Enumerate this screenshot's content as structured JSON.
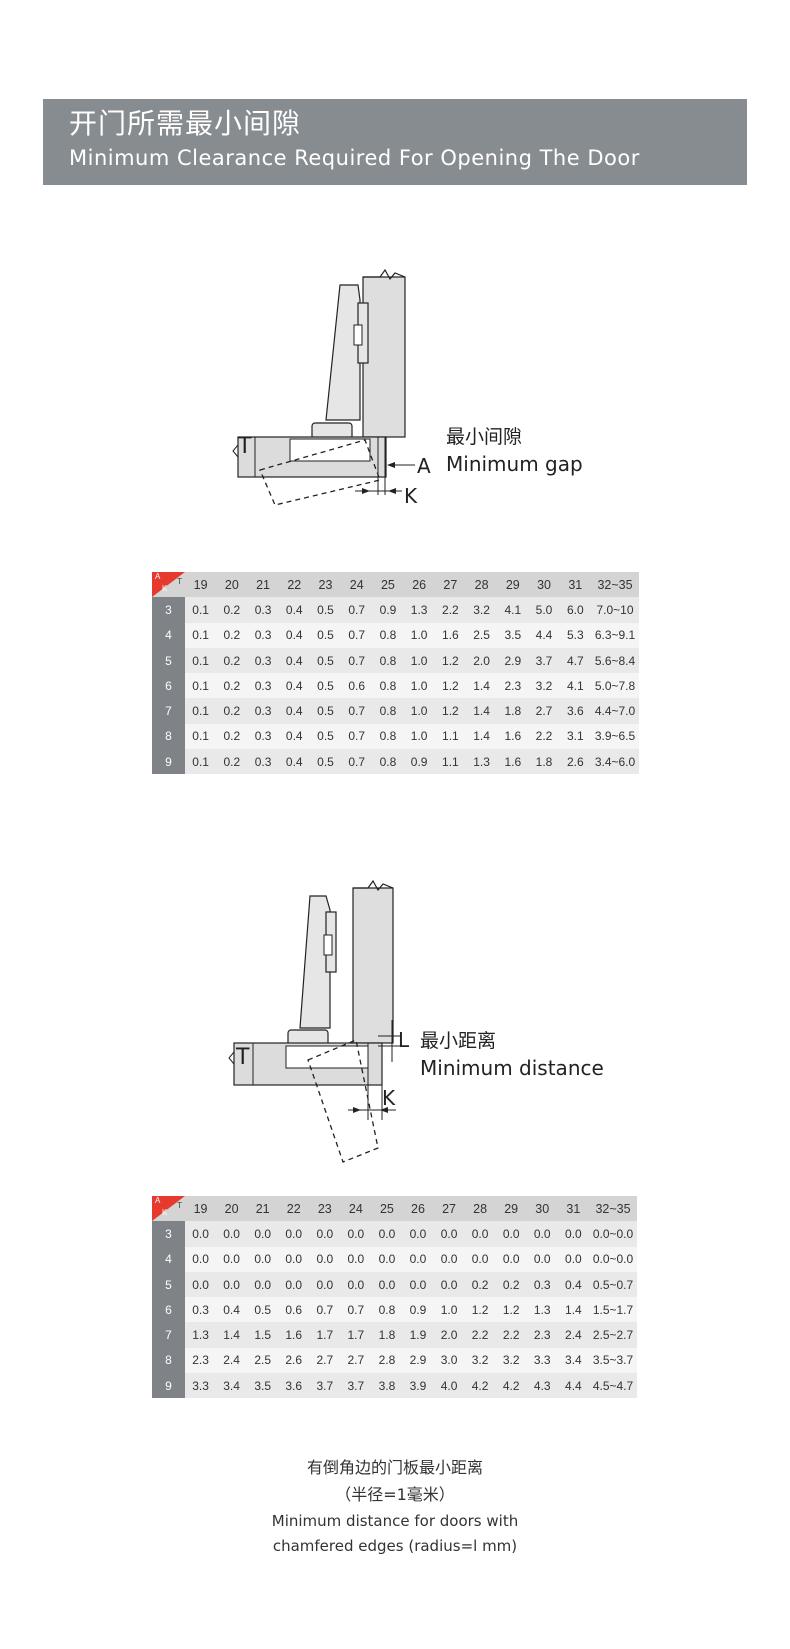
{
  "header": {
    "title_cn": "开门所需最小间隙",
    "title_en": "Minimum Clearance Required For Opening The Door"
  },
  "diagram1": {
    "label_cn": "最小间隙",
    "label_en": "Minimum gap",
    "label_T": "T",
    "label_A": "A",
    "label_K": "K"
  },
  "diagram2": {
    "label_cn": "最小距离",
    "label_en": "Minimum distance",
    "label_T": "T",
    "label_L": "L",
    "label_K": "K"
  },
  "table1": {
    "corner": {
      "a": "A",
      "k": "K",
      "t": "T"
    },
    "columns": [
      "19",
      "20",
      "21",
      "22",
      "23",
      "24",
      "25",
      "26",
      "27",
      "28",
      "29",
      "30",
      "31",
      "32~35"
    ],
    "rows": [
      {
        "k": "3",
        "values": [
          "0.1",
          "0.2",
          "0.3",
          "0.4",
          "0.5",
          "0.7",
          "0.9",
          "1.3",
          "2.2",
          "3.2",
          "4.1",
          "5.0",
          "6.0",
          "7.0~10"
        ]
      },
      {
        "k": "4",
        "values": [
          "0.1",
          "0.2",
          "0.3",
          "0.4",
          "0.5",
          "0.7",
          "0.8",
          "1.0",
          "1.6",
          "2.5",
          "3.5",
          "4.4",
          "5.3",
          "6.3~9.1"
        ]
      },
      {
        "k": "5",
        "values": [
          "0.1",
          "0.2",
          "0.3",
          "0.4",
          "0.5",
          "0.7",
          "0.8",
          "1.0",
          "1.2",
          "2.0",
          "2.9",
          "3.7",
          "4.7",
          "5.6~8.4"
        ]
      },
      {
        "k": "6",
        "values": [
          "0.1",
          "0.2",
          "0.3",
          "0.4",
          "0.5",
          "0.6",
          "0.8",
          "1.0",
          "1.2",
          "1.4",
          "2.3",
          "3.2",
          "4.1",
          "5.0~7.8"
        ]
      },
      {
        "k": "7",
        "values": [
          "0.1",
          "0.2",
          "0.3",
          "0.4",
          "0.5",
          "0.7",
          "0.8",
          "1.0",
          "1.2",
          "1.4",
          "1.8",
          "2.7",
          "3.6",
          "4.4~7.0"
        ]
      },
      {
        "k": "8",
        "values": [
          "0.1",
          "0.2",
          "0.3",
          "0.4",
          "0.5",
          "0.7",
          "0.8",
          "1.0",
          "1.1",
          "1.4",
          "1.6",
          "2.2",
          "3.1",
          "3.9~6.5"
        ]
      },
      {
        "k": "9",
        "values": [
          "0.1",
          "0.2",
          "0.3",
          "0.4",
          "0.5",
          "0.7",
          "0.8",
          "0.9",
          "1.1",
          "1.3",
          "1.6",
          "1.8",
          "2.6",
          "3.4~6.0"
        ]
      }
    ]
  },
  "table2": {
    "corner": {
      "a": "A",
      "k": "K",
      "t": "T"
    },
    "columns": [
      "19",
      "20",
      "21",
      "22",
      "23",
      "24",
      "25",
      "26",
      "27",
      "28",
      "29",
      "30",
      "31",
      "32~35"
    ],
    "rows": [
      {
        "k": "3",
        "values": [
          "0.0",
          "0.0",
          "0.0",
          "0.0",
          "0.0",
          "0.0",
          "0.0",
          "0.0",
          "0.0",
          "0.0",
          "0.0",
          "0.0",
          "0.0",
          "0.0~0.0"
        ]
      },
      {
        "k": "4",
        "values": [
          "0.0",
          "0.0",
          "0.0",
          "0.0",
          "0.0",
          "0.0",
          "0.0",
          "0.0",
          "0.0",
          "0.0",
          "0.0",
          "0.0",
          "0.0",
          "0.0~0.0"
        ]
      },
      {
        "k": "5",
        "values": [
          "0.0",
          "0.0",
          "0.0",
          "0.0",
          "0.0",
          "0.0",
          "0.0",
          "0.0",
          "0.0",
          "0.2",
          "0.2",
          "0.3",
          "0.4",
          "0.5~0.7"
        ]
      },
      {
        "k": "6",
        "values": [
          "0.3",
          "0.4",
          "0.5",
          "0.6",
          "0.7",
          "0.7",
          "0.8",
          "0.9",
          "1.0",
          "1.2",
          "1.2",
          "1.3",
          "1.4",
          "1.5~1.7"
        ]
      },
      {
        "k": "7",
        "values": [
          "1.3",
          "1.4",
          "1.5",
          "1.6",
          "1.7",
          "1.7",
          "1.8",
          "1.9",
          "2.0",
          "2.2",
          "2.2",
          "2.3",
          "2.4",
          "2.5~2.7"
        ]
      },
      {
        "k": "8",
        "values": [
          "2.3",
          "2.4",
          "2.5",
          "2.6",
          "2.7",
          "2.7",
          "2.8",
          "2.9",
          "3.0",
          "3.2",
          "3.2",
          "3.3",
          "3.4",
          "3.5~3.7"
        ]
      },
      {
        "k": "9",
        "values": [
          "3.3",
          "3.4",
          "3.5",
          "3.6",
          "3.7",
          "3.7",
          "3.8",
          "3.9",
          "4.0",
          "4.2",
          "4.2",
          "4.3",
          "4.4",
          "4.5~4.7"
        ]
      }
    ]
  },
  "footer": {
    "line1": "有倒角边的门板最小距离",
    "line2": "（半径=1毫米）",
    "line3": "Minimum distance for doors with",
    "line4": "chamfered edges (radius=l mm)"
  }
}
